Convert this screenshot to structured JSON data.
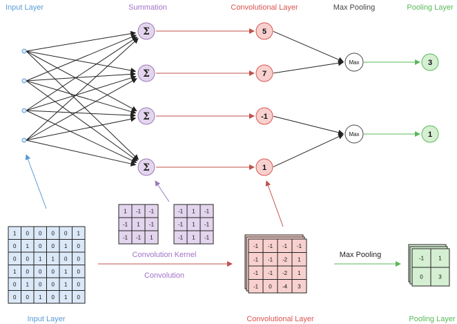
{
  "labels": {
    "input_layer_top": "Input Layer",
    "summation": "Summation",
    "conv_layer_top": "Convolutional Layer",
    "max_pooling_top": "Max Pooling",
    "pooling_layer_top": "Pooling Layer",
    "convolution_kernel": "Convolution Kernel",
    "convolution": "Convolution",
    "max_pooling_arrow": "Max Pooling",
    "input_layer_bottom": "Input Layer",
    "conv_layer_bottom": "Convolutional Layer",
    "pooling_layer_bottom": "Pooling Layer"
  },
  "colors": {
    "input_blue": "#5b9bd5",
    "summation_purple": "#a072c8",
    "conv_red": "#d9534f",
    "pool_green": "#58b858",
    "max_gray": "#444444"
  },
  "summation_symbol": "Σ",
  "conv_values": [
    "5",
    "7",
    "-1",
    "1"
  ],
  "max_label": "Max",
  "pool_values": [
    "3",
    "1"
  ],
  "input_matrix": [
    [
      "1",
      "0",
      "0",
      "0",
      "0",
      "1"
    ],
    [
      "0",
      "1",
      "0",
      "0",
      "1",
      "0"
    ],
    [
      "0",
      "0",
      "1",
      "1",
      "0",
      "0"
    ],
    [
      "1",
      "0",
      "0",
      "0",
      "1",
      "0"
    ],
    [
      "0",
      "1",
      "0",
      "0",
      "1",
      "0"
    ],
    [
      "0",
      "0",
      "1",
      "0",
      "1",
      "0"
    ]
  ],
  "kernel_1": [
    [
      "1",
      "-1",
      "-1"
    ],
    [
      "-1",
      "1",
      "-1"
    ],
    [
      "-1",
      "-1",
      "1"
    ]
  ],
  "kernel_2": [
    [
      "-1",
      "1",
      "-1"
    ],
    [
      "-1",
      "1",
      "-1"
    ],
    [
      "-1",
      "1",
      "-1"
    ]
  ],
  "conv_matrix": [
    [
      "-1",
      "-1",
      "-1",
      "-1"
    ],
    [
      "-1",
      "-1",
      "-2",
      "1"
    ],
    [
      "-1",
      "-1",
      "-2",
      "1"
    ],
    [
      "-1",
      "0",
      "-4",
      "3"
    ]
  ],
  "pool_matrix": [
    [
      "-1",
      "1"
    ],
    [
      "0",
      "3"
    ]
  ]
}
